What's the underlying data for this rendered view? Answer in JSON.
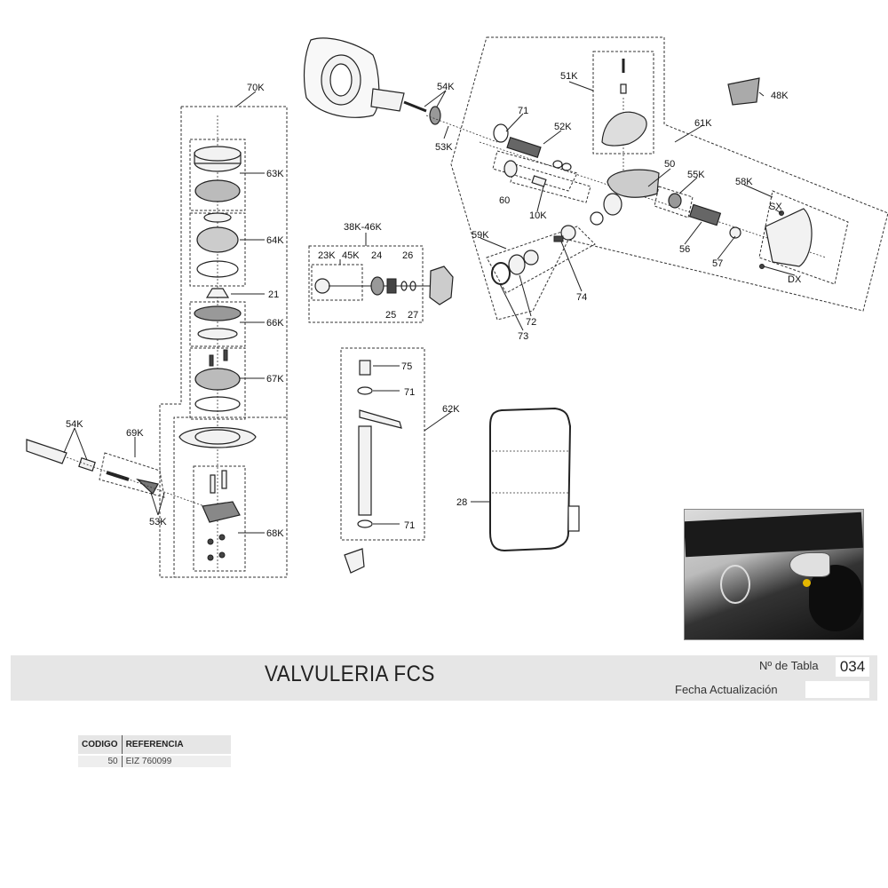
{
  "labels": {
    "g70K": "70K",
    "g63K": "63K",
    "g64K": "64K",
    "g21": "21",
    "g66K": "66K",
    "g67K": "67K",
    "g68K": "68K",
    "l54K": "54K",
    "l69K": "69K",
    "l53K": "53K",
    "t54K": "54K",
    "t53K": "53K",
    "t71": "71",
    "t52K": "52K",
    "t51K": "51K",
    "t48K": "48K",
    "t61K": "61K",
    "t50": "50",
    "t55K": "55K",
    "t58K": "58K",
    "tSX": "SX",
    "tDX": "DX",
    "t56": "56",
    "t57": "57",
    "t60": "60",
    "t10K": "10K",
    "t59K": "59K",
    "t74": "74",
    "t72": "72",
    "t73": "73",
    "g38K": "38K-46K",
    "g23K": "23K",
    "g45K": "45K",
    "g24": "24",
    "g26": "26",
    "g25": "25",
    "g27": "27",
    "b75": "75",
    "b71a": "71",
    "b62K": "62K",
    "b71b": "71",
    "b28": "28"
  },
  "title_bar": {
    "title": "VALVULERIA FCS",
    "tabla_label": "Nº de Tabla",
    "tabla_value": "034",
    "fecha_label": "Fecha Actualización",
    "fecha_value": ""
  },
  "parts_table": {
    "headers": [
      "CODIGO",
      "REFERENCIA"
    ],
    "rows": [
      {
        "codigo": "50",
        "referencia": "EIZ 760099"
      }
    ]
  }
}
